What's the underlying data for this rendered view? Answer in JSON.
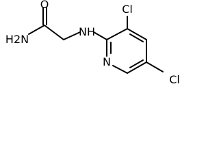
{
  "molecule": {
    "atoms": {
      "oxygen": "O",
      "amide_nitrogen": "H2N",
      "amine_nitrogen": "NH",
      "ring_nitrogen": "N",
      "chlorine_3": "Cl",
      "chlorine_5": "Cl"
    }
  }
}
